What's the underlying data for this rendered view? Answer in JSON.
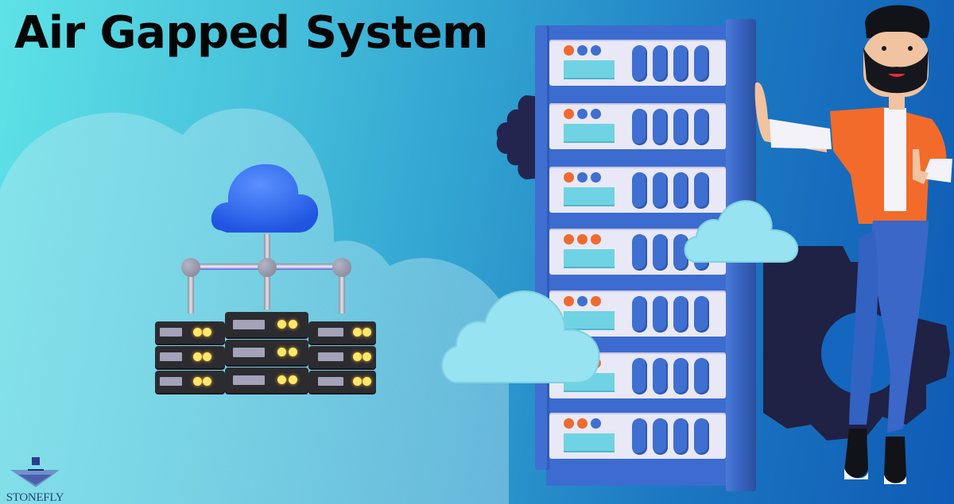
{
  "banner": {
    "title": "Air Gapped System",
    "logo": {
      "text": "STONEFLY",
      "icon": "stonefly-logo-icon"
    }
  },
  "colors": {
    "title_text": "#050505",
    "background_left": "#5ee2e6",
    "background_right": "#0f5bb5",
    "rack_blue": "#3f6fd0",
    "rack_panel": "#e9e8f6",
    "led_orange": "#ef6a2e",
    "led_blue": "#3f6fd0",
    "display_cyan": "#6fd3e4",
    "server_dark": "#2c2c30",
    "server_led_yellow": "#fde86b",
    "cloud_blue": "#2a68e6",
    "cloud_light": "#9be6f2",
    "gear_dark": "#1f2145",
    "shirt_orange": "#f26b2a",
    "jeans_blue": "#3a67c8"
  },
  "illustration": {
    "network_diagram": {
      "icon": "cloud-network-icon",
      "server_columns": 3,
      "servers_per_column": 3
    },
    "server_rack": {
      "icon": "server-rack-icon",
      "units": [
        {
          "leds": [
            "orange",
            "blue",
            "blue"
          ]
        },
        {
          "leds": [
            "orange",
            "blue",
            "blue"
          ]
        },
        {
          "leds": [
            "orange",
            "blue",
            "blue"
          ]
        },
        {
          "leds": [
            "orange",
            "orange",
            "orange"
          ]
        },
        {
          "leds": [
            "orange",
            "blue",
            "orange"
          ]
        },
        {
          "leds": [
            "orange",
            "orange",
            "orange"
          ]
        },
        {
          "leds": [
            "orange",
            "orange",
            "blue"
          ]
        }
      ]
    },
    "character": {
      "icon": "person-thumbs-up-icon"
    },
    "decorations": [
      "gear-icon",
      "cloud-icon"
    ]
  }
}
